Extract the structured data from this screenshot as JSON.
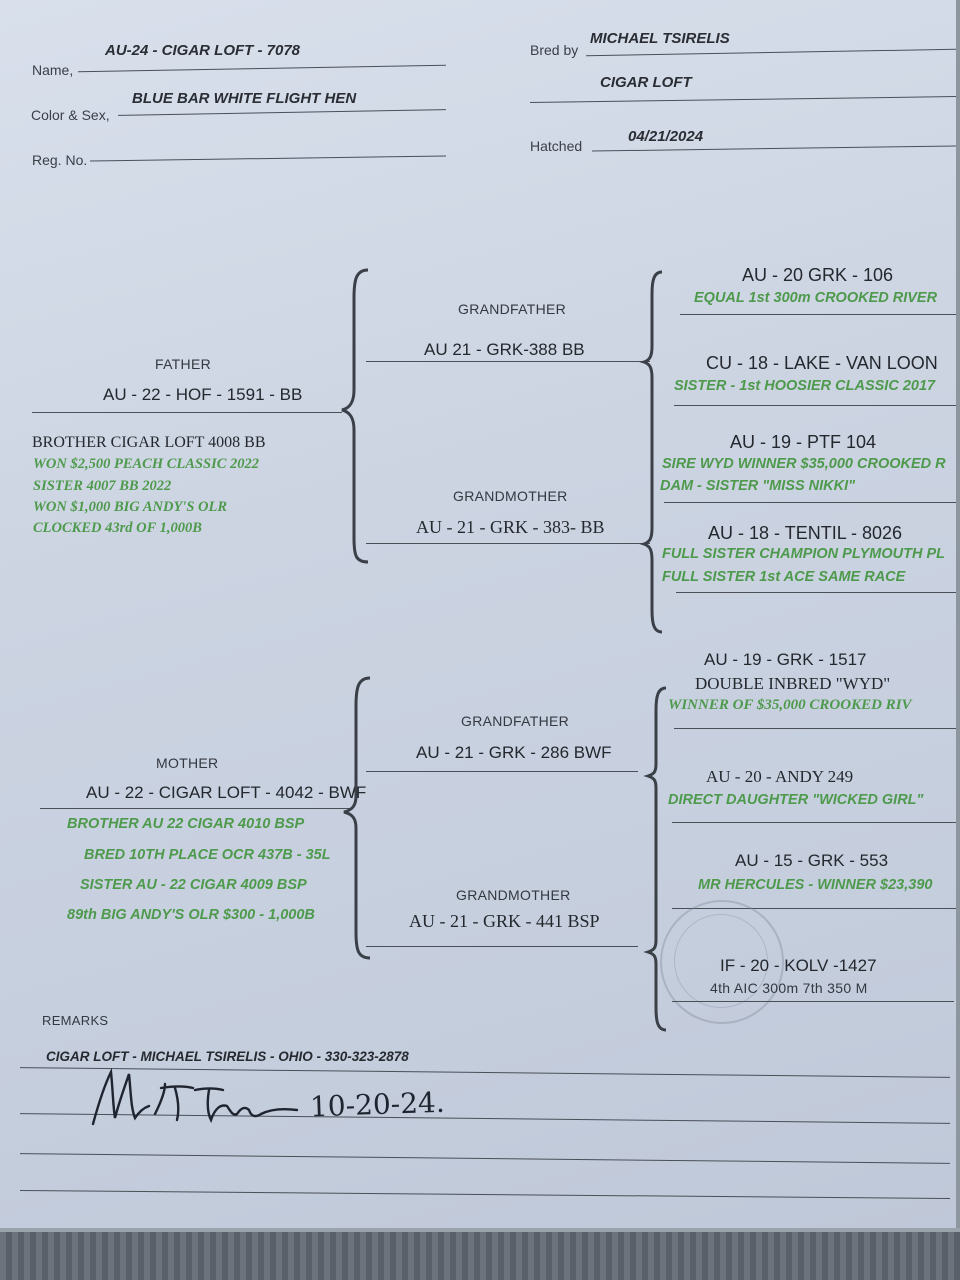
{
  "header": {
    "name_label": "Name,",
    "name_value": "AU-24 - CIGAR LOFT - 7078",
    "color_label": "Color & Sex,",
    "color_value": "BLUE BAR WHITE FLIGHT HEN",
    "reg_label": "Reg. No.",
    "reg_value": "",
    "bred_label": "Bred by",
    "bred_value_1": "MICHAEL TSIRELIS",
    "bred_value_2": "CIGAR LOFT",
    "hatched_label": "Hatched",
    "hatched_value": "04/21/2024"
  },
  "father": {
    "label": "FATHER",
    "band": "AU - 22 - HOF - 1591 - BB",
    "notes_black": "BROTHER  CIGAR LOFT 4008 BB",
    "notes_dark": [
      "WON $2,500 PEACH CLASSIC 2022",
      "SISTER 4007 BB 2022",
      "WON $1,000 BIG ANDY'S OLR",
      "CLOCKED 43rd OF 1,000B"
    ]
  },
  "paternal_grandfather": {
    "label": "GRANDFATHER",
    "band": "AU 21 - GRK-388 BB"
  },
  "paternal_grandmother": {
    "label": "GRANDMOTHER",
    "band": "AU - 21 - GRK - 383- BB"
  },
  "great_grandparents_paternal": [
    {
      "band": "AU - 20 GRK - 106",
      "notes": [
        "EQUAL 1st 300m CROOKED RIVER"
      ]
    },
    {
      "band": "CU - 18 - LAKE - VAN LOON",
      "notes": [
        "SISTER - 1st HOOSIER CLASSIC 2017"
      ]
    },
    {
      "band": "AU - 19 - PTF 104",
      "notes": [
        "SIRE WYD WINNER $35,000 CROOKED R",
        "DAM - SISTER \"MISS NIKKI\""
      ]
    },
    {
      "band": "AU - 18 - TENTIL - 8026",
      "notes": [
        "FULL SISTER CHAMPION PLYMOUTH PL",
        "FULL SISTER 1st ACE SAME RACE"
      ]
    }
  ],
  "mother": {
    "label": "MOTHER",
    "band": "AU - 22 - CIGAR LOFT - 4042 - BWF",
    "notes": [
      "BROTHER AU 22 CIGAR 4010 BSP",
      "BRED 10TH  PLACE OCR 437B - 35L",
      "SISTER AU - 22 CIGAR 4009 BSP",
      "89th BIG ANDY'S OLR $300 - 1,000B"
    ]
  },
  "maternal_grandfather": {
    "label": "GRANDFATHER",
    "band": "AU - 21 - GRK - 286 BWF"
  },
  "maternal_grandmother": {
    "label": "GRANDMOTHER",
    "band": "AU - 21 - GRK - 441 BSP"
  },
  "great_grandparents_maternal": [
    {
      "band": "AU - 19 - GRK - 1517",
      "plain": "DOUBLE INBRED \"WYD\"",
      "notes": [
        "WINNER OF $35,000 CROOKED RIV"
      ]
    },
    {
      "band": "AU - 20 - ANDY 249",
      "notes": [
        "DIRECT DAUGHTER \"WICKED GIRL\""
      ]
    },
    {
      "band": "AU - 15 - GRK - 553",
      "notes": [
        "MR HERCULES - WINNER $23,390"
      ]
    },
    {
      "band": "IF - 20 - KOLV -1427",
      "plain": "4th AIC 300m 7th 350 M",
      "notes": []
    }
  ],
  "remarks": {
    "label": "REMARKS",
    "line1": "CIGAR LOFT - MICHAEL TSIRELIS - OHIO - 330-323-2878",
    "date_handwritten": "10-20-24."
  },
  "colors": {
    "green_ink": "#4e9a4c",
    "paper": "#d3dae7",
    "ink": "#262a30"
  }
}
